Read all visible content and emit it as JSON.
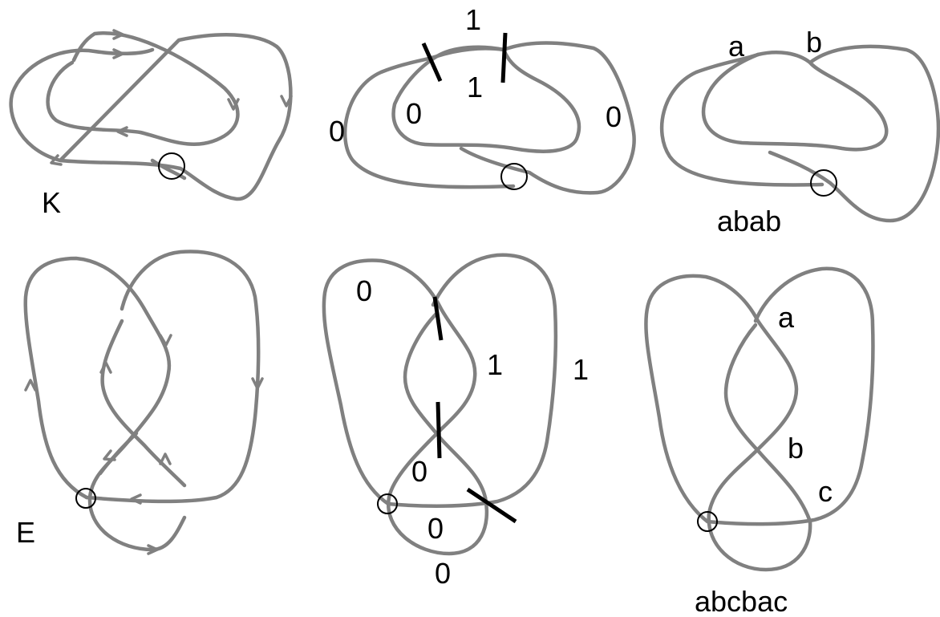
{
  "colors": {
    "curve": "#808080",
    "ink": "#000000",
    "background": "#ffffff"
  },
  "top": {
    "knot_name": "K",
    "top_number": "1",
    "inner_number": "1",
    "left_inner_number": "0",
    "left_outer_number": "0",
    "right_number": "0",
    "letter_a": "a",
    "letter_b": "b",
    "word": "abab"
  },
  "bottom": {
    "knot_name": "E",
    "top_left_number": "0",
    "inner_number": "1",
    "outer_number": "1",
    "middle_number": "0",
    "lower_number": "0",
    "bottom_number": "0",
    "letter_a": "a",
    "letter_b": "b",
    "letter_c": "c",
    "word": "abcbac"
  }
}
